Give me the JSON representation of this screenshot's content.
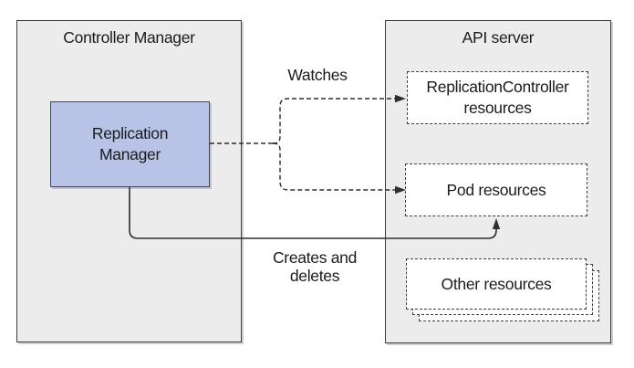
{
  "colors": {
    "panel_fill": "#ececec",
    "panel_border": "#3c3c3c",
    "highlight_fill": "#b9c3e7",
    "highlight_border": "#3e4566",
    "dashed_border": "#3f3f3f",
    "arrow": "#2f2f2f",
    "text": "#1b1b1b"
  },
  "controller_manager": {
    "title": "Controller Manager",
    "replication_manager": {
      "line1": "Replication",
      "line2": "Manager"
    }
  },
  "api_server": {
    "title": "API server",
    "resources": [
      {
        "line1": "ReplicationController",
        "line2": "resources"
      },
      {
        "label": "Pod resources"
      },
      {
        "label": "Other resources"
      }
    ]
  },
  "edges": {
    "watches": "Watches",
    "creates_deletes": {
      "line1": "Creates and",
      "line2": "deletes"
    }
  }
}
